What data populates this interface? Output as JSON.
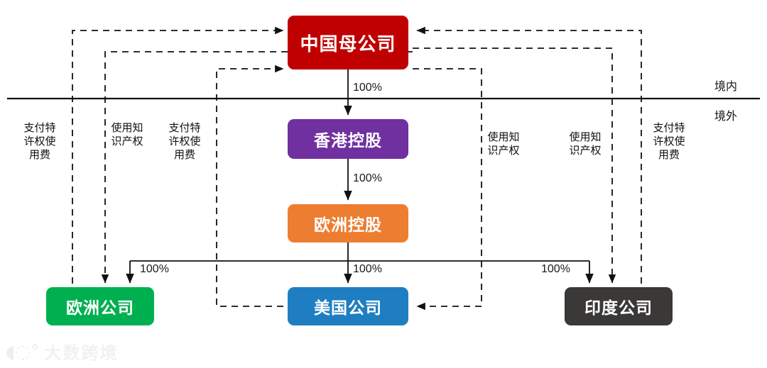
{
  "diagram": {
    "title_nodes": {
      "parent": "中国母公司",
      "hk_holding": "香港控股",
      "eu_holding": "欧洲控股",
      "eu_company": "欧洲公司",
      "us_company": "美国公司",
      "in_company": "印度公司"
    },
    "node_colors": {
      "parent": "#C00000",
      "hk_holding": "#7030A0",
      "eu_holding": "#ED7D31",
      "eu_company": "#00B050",
      "us_company": "#1F7EC2",
      "in_company": "#3B3838"
    },
    "ownership_labels": [
      {
        "id": "parent-to-hk",
        "text": "100%"
      },
      {
        "id": "hk-to-euholding",
        "text": "100%"
      },
      {
        "id": "euholding-to-eu",
        "text": "100%"
      },
      {
        "id": "euholding-to-us",
        "text": "100%"
      },
      {
        "id": "euholding-to-in",
        "text": "100%"
      }
    ],
    "zone_labels": {
      "onshore": "境内",
      "offshore": "境外"
    },
    "flow_labels": [
      {
        "id": "pay-royalty-eu",
        "text": "支付特许权使用费"
      },
      {
        "id": "use-ip-eu",
        "text": "使用知识产权"
      },
      {
        "id": "pay-royalty-us",
        "text": "支付特许权使用费"
      },
      {
        "id": "use-ip-us",
        "text": "使用知识产权"
      },
      {
        "id": "use-ip-in",
        "text": "使用知识产权"
      },
      {
        "id": "pay-royalty-in",
        "text": "支付特许权使用费"
      }
    ],
    "watermark": {
      "mark": "◖◌°",
      "text": "大数跨境"
    }
  }
}
